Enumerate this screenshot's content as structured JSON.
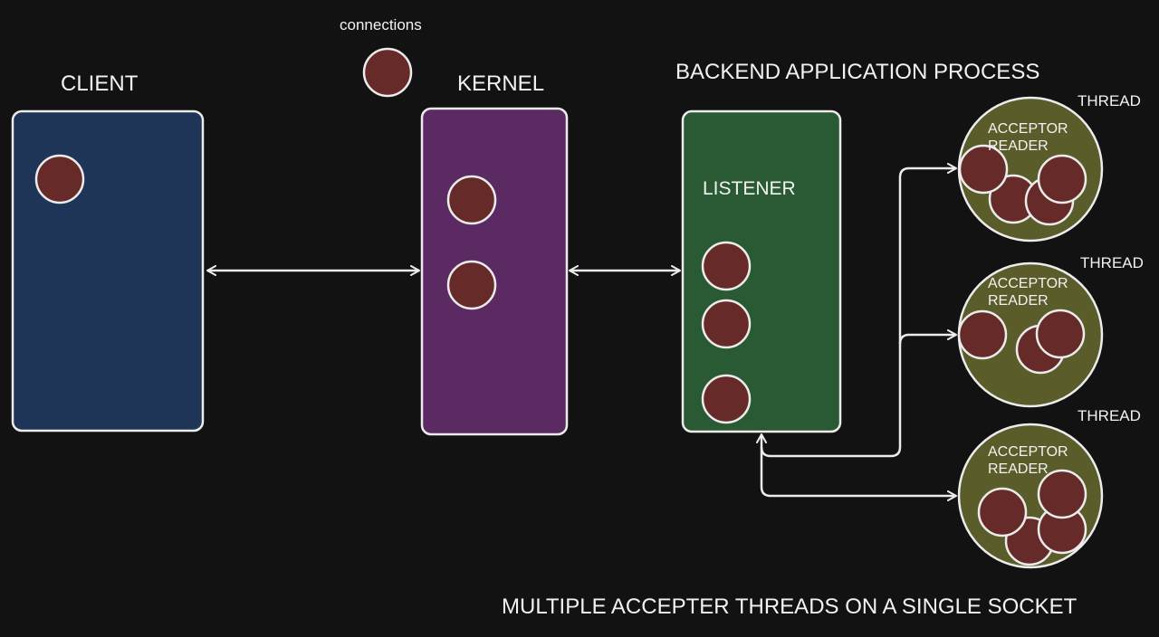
{
  "legend": {
    "connections_label": "connections"
  },
  "client": {
    "title": "CLIENT"
  },
  "kernel": {
    "title": "KERNEL"
  },
  "backend": {
    "title": "BACKEND APPLICATION PROCESS",
    "listener_label": "LISTENER"
  },
  "threads": [
    {
      "tag": "THREAD",
      "role_line1": "ACCEPTOR",
      "role_line2": "READER",
      "connections": 4
    },
    {
      "tag": "THREAD",
      "role_line1": "ACCEPTOR",
      "role_line2": "READER",
      "connections": 3
    },
    {
      "tag": "THREAD",
      "role_line1": "ACCEPTOR",
      "role_line2": "READER",
      "connections": 4
    }
  ],
  "caption": "MULTIPLE ACCEPTER THREADS ON A SINGLE SOCKET",
  "colors": {
    "background": "#121212",
    "client_fill": "#1f3557",
    "kernel_fill": "#5c2a63",
    "listener_fill": "#2a5a34",
    "thread_fill": "#5a5c2a",
    "connection_fill": "#662a28",
    "stroke": "#ececec"
  }
}
